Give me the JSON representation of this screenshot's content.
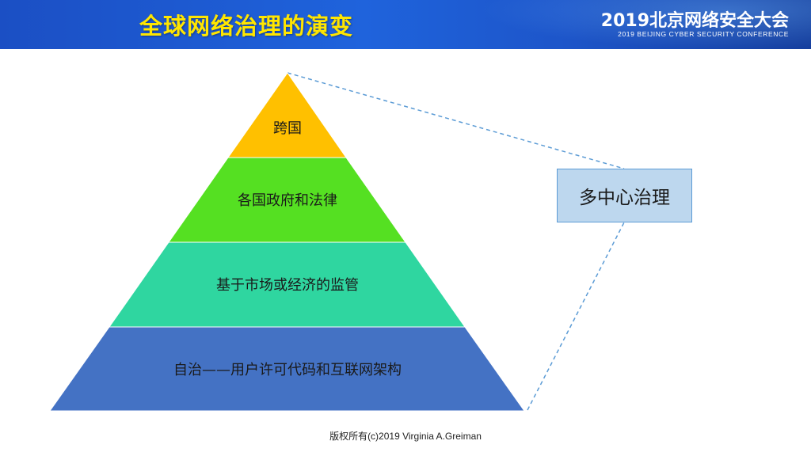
{
  "header": {
    "title": "全球网络治理的演变",
    "conference_cn": "2019北京网络安全大会",
    "conference_en": "2019 BEIJING CYBER SECURITY CONFERENCE"
  },
  "pyramid": {
    "levels": [
      {
        "label": "跨国",
        "color": "#ffc000"
      },
      {
        "label": "各国政府和法律",
        "color": "#55e022"
      },
      {
        "label": "基于市场或经济的监管",
        "color": "#2fd6a0"
      },
      {
        "label": "自治——用户许可代码和互联网架构",
        "color": "#4472c4"
      }
    ]
  },
  "callout": {
    "label": "多中心治理",
    "fill": "#bdd7ee",
    "border": "#5b9bd5"
  },
  "footer": {
    "copyright": "版权所有(c)2019 Virginia A.Greiman"
  }
}
